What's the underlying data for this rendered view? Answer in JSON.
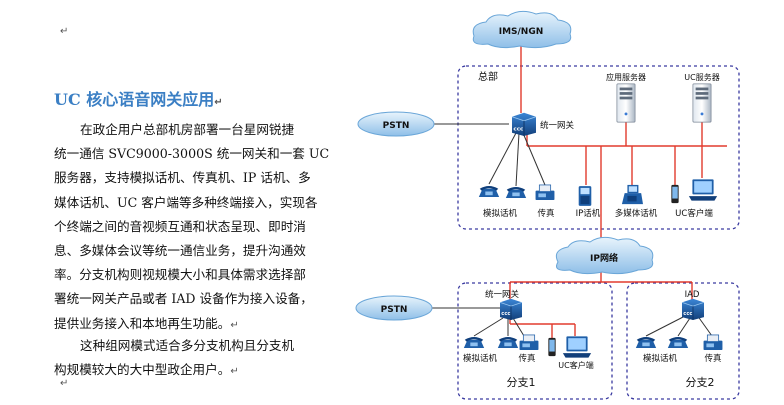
{
  "document": {
    "heading": "UC 核心语音网关应用",
    "paragraph1_lines": [
      "在政企用户总部机房部署一台星网锐捷",
      "统一通信 SVC9000-3000S 统一网关和一套 UC",
      "服务器，支持模拟话机、传真机、IP 话机、多",
      "媒体话机、UC 客户端等多种终端接入，实现各",
      "个终端之间的音视频互通和状态呈现、即时消",
      "息、多媒体会议等统一通信业务，提升沟通效",
      "率。分支机构则视规模大小和具体需求选择部",
      "署统一网关产品或者 IAD 设备作为接入设备，",
      "提供业务接入和本地再生功能。"
    ],
    "paragraph2_lines": [
      "这种组网模式适合多分支机构且分支机",
      "构规模较大的大中型政企用户。"
    ],
    "paragraph_mark": "↵"
  },
  "diagram": {
    "cloud_top": "IMS/NGN",
    "cloud_middle": "IP网络",
    "pstn_top": "PSTN",
    "pstn_bottom": "PSTN",
    "hq_label": "总部",
    "app_server": "应用服务器",
    "uc_server": "UC服务器",
    "hq_gateway": "统一网关",
    "hq_terminals": [
      "模拟话机",
      "传真",
      "IP话机",
      "多媒体话机",
      "UC客户端"
    ],
    "branch1_gateway": "统一网关",
    "branch1_terminals": [
      "模拟话机",
      "传真",
      "UC客户端"
    ],
    "branch1_label": "分支1",
    "branch2_gateway": "IAD",
    "branch2_terminals": [
      "模拟话机",
      "传真"
    ],
    "branch2_label": "分支2",
    "gateway_symbol": "CCC"
  },
  "colors": {
    "heading": "#3b7fc4",
    "dashed_border": "#3a3aa0",
    "links": "#e23b2e",
    "device_blue": "#1f5fa8",
    "cloud": "#8fbfe8"
  }
}
